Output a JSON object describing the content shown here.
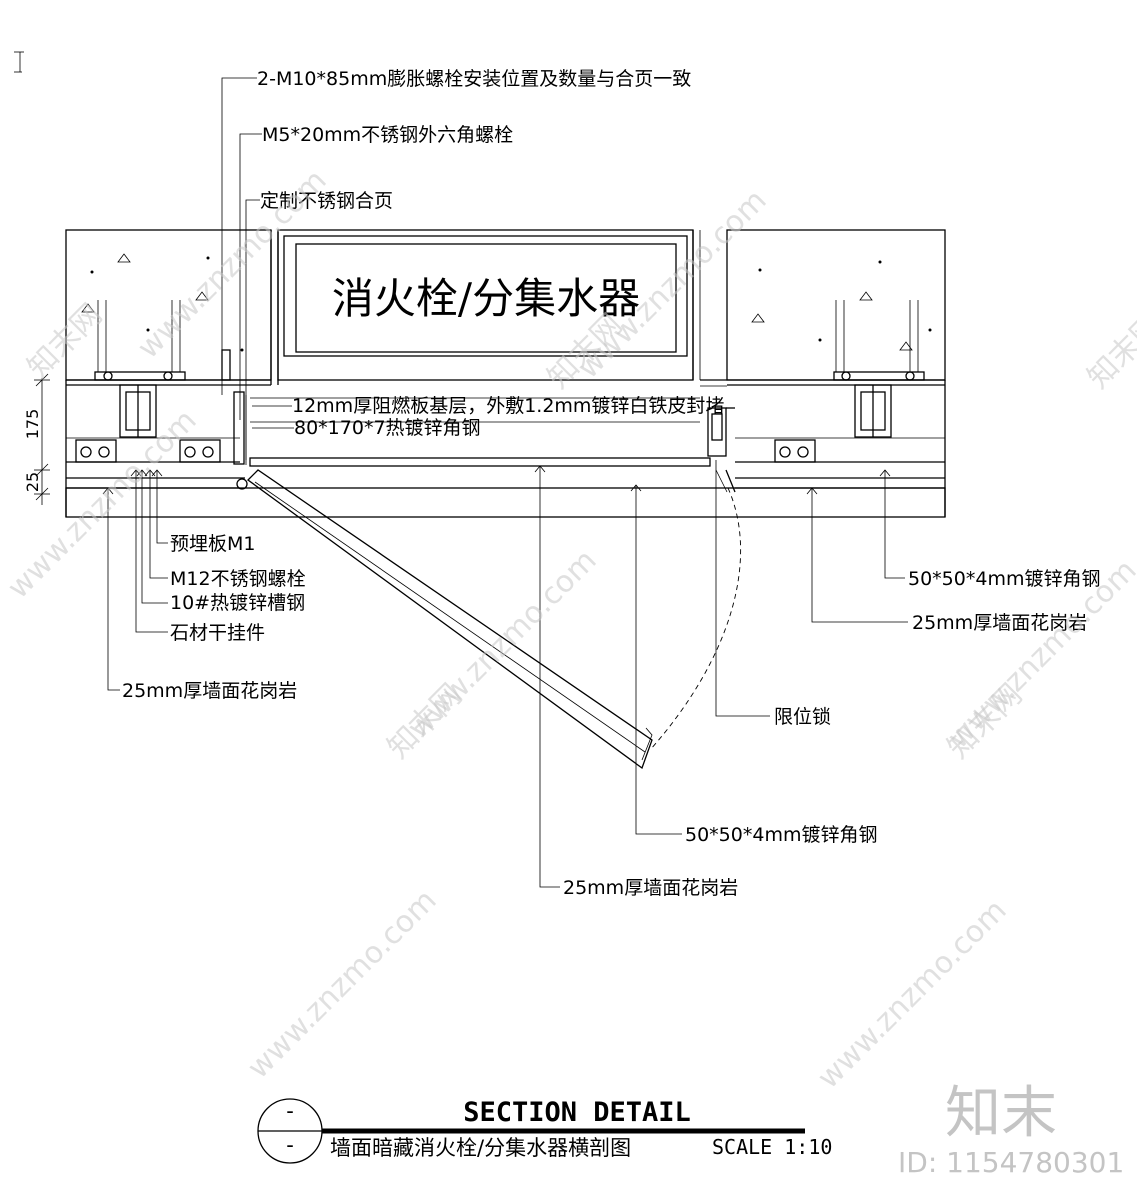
{
  "diagram": {
    "box_label": "消火栓/分集水器",
    "callouts": {
      "bolt_expansion": "2-M10*85mm膨胀螺栓安装位置及数量与合页一致",
      "bolt_hex": "M5*20mm不锈钢外六角螺栓",
      "hinge": "定制不锈钢合页",
      "fireproof_board": "12mm厚阻燃板基层，外敷1.2mm镀锌白铁皮封堵",
      "angle_steel_main": "80*170*7热镀锌角钢",
      "embedded_plate": "预埋板M1",
      "m12_bolt": "M12不锈钢螺栓",
      "channel_steel": "10#热镀锌槽钢",
      "stone_hanger": "石材干挂件",
      "granite_left": "25mm厚墙面花岗岩",
      "angle_steel_right": "50*50*4mm镀锌角钢",
      "granite_right": "25mm厚墙面花岗岩",
      "limit_lock": "限位锁",
      "angle_steel_bottom": "50*50*4mm镀锌角钢",
      "granite_bottom": "25mm厚墙面花岗岩"
    },
    "dimensions": {
      "d175": "175",
      "d25": "25"
    }
  },
  "title_block": {
    "symbol_top": "-",
    "symbol_bottom": "-",
    "title_en": "SECTION DETAIL",
    "title_zh": "墙面暗藏消火栓/分集水器横剖图",
    "scale": "SCALE 1:10"
  },
  "watermark": {
    "site": "www.znzmo.com",
    "brand": "知末网",
    "logo": "知末",
    "id": "ID: 1154780301"
  }
}
